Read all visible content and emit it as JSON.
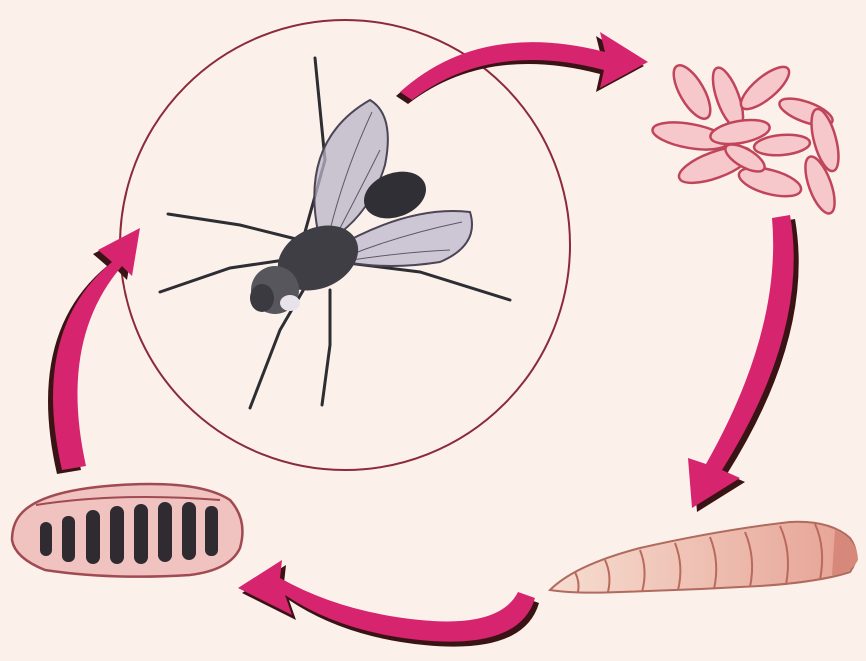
{
  "diagram": {
    "type": "cycle",
    "stages": [
      {
        "id": "adult-fly",
        "icon": "fly-icon"
      },
      {
        "id": "eggs",
        "icon": "eggs-icon"
      },
      {
        "id": "larva",
        "icon": "maggot-icon"
      },
      {
        "id": "pupa",
        "icon": "pupa-icon"
      }
    ],
    "transitions": [
      {
        "from": "adult-fly",
        "to": "eggs"
      },
      {
        "from": "eggs",
        "to": "larva"
      },
      {
        "from": "larva",
        "to": "pupa"
      },
      {
        "from": "pupa",
        "to": "adult-fly"
      }
    ]
  },
  "colors": {
    "background": "#fbf0ea",
    "arrow": "#d6246e",
    "arrow_shadow": "#3a1414",
    "circle": "#8a2a3a",
    "fly_body": "#3e3e44",
    "fly_wing": "#b9b4c7",
    "egg_fill": "#f6c8cc",
    "egg_edge": "#c0455a",
    "larva_fill": "#f2cbb8",
    "pupa_fill": "#f0c2c0",
    "pupa_band": "#2f2b30"
  }
}
